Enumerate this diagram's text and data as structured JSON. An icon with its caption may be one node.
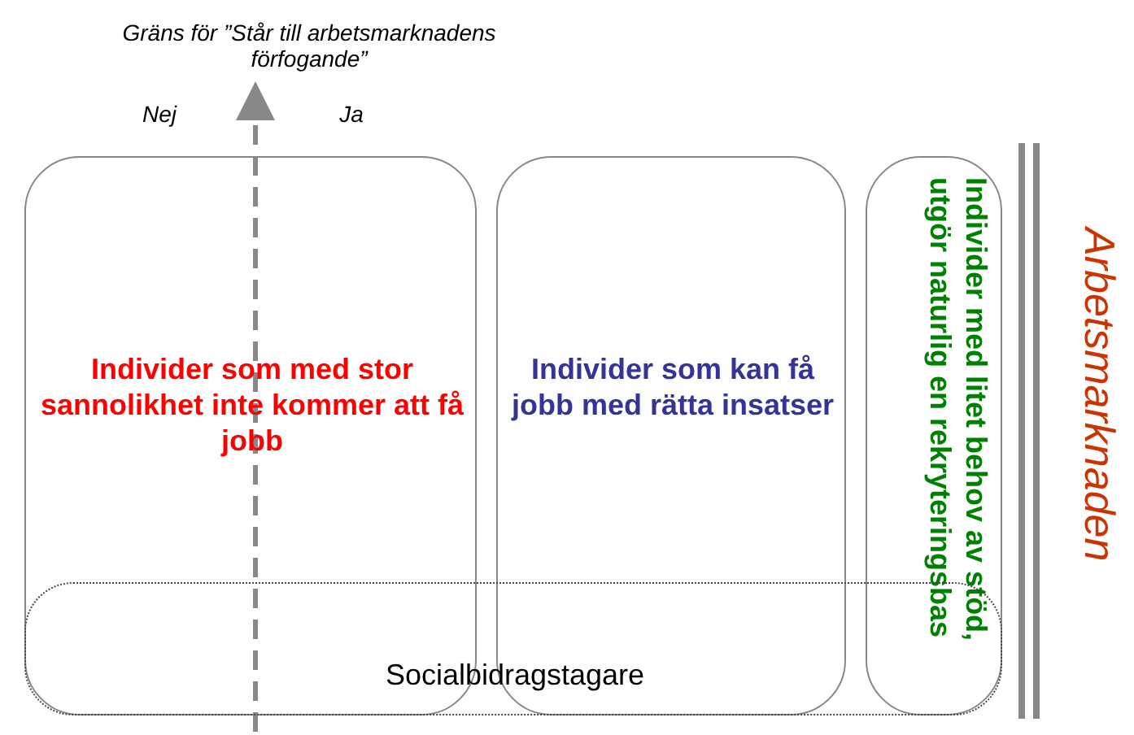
{
  "diagram": {
    "nodes": [
      {
        "text": [
          "Individer som med stor sannolikhet inte kommer att få jobb"
        ]
      },
      {
        "text": [
          "Individer som kan få jobb med rätta insatser"
        ]
      },
      {
        "text": [
          "Individer med litet behov av stöd, utgör naturlig en rekryteringsbas"
        ]
      },
      {
        "text": [
          "Socialbidragstagare"
        ]
      }
    ],
    "edges": [],
    "labels": [
      "Gräns för ”Står till arbetsmarknadens förfogande”",
      "Nej",
      "Ja",
      "Arbetsmarknaden"
    ]
  }
}
